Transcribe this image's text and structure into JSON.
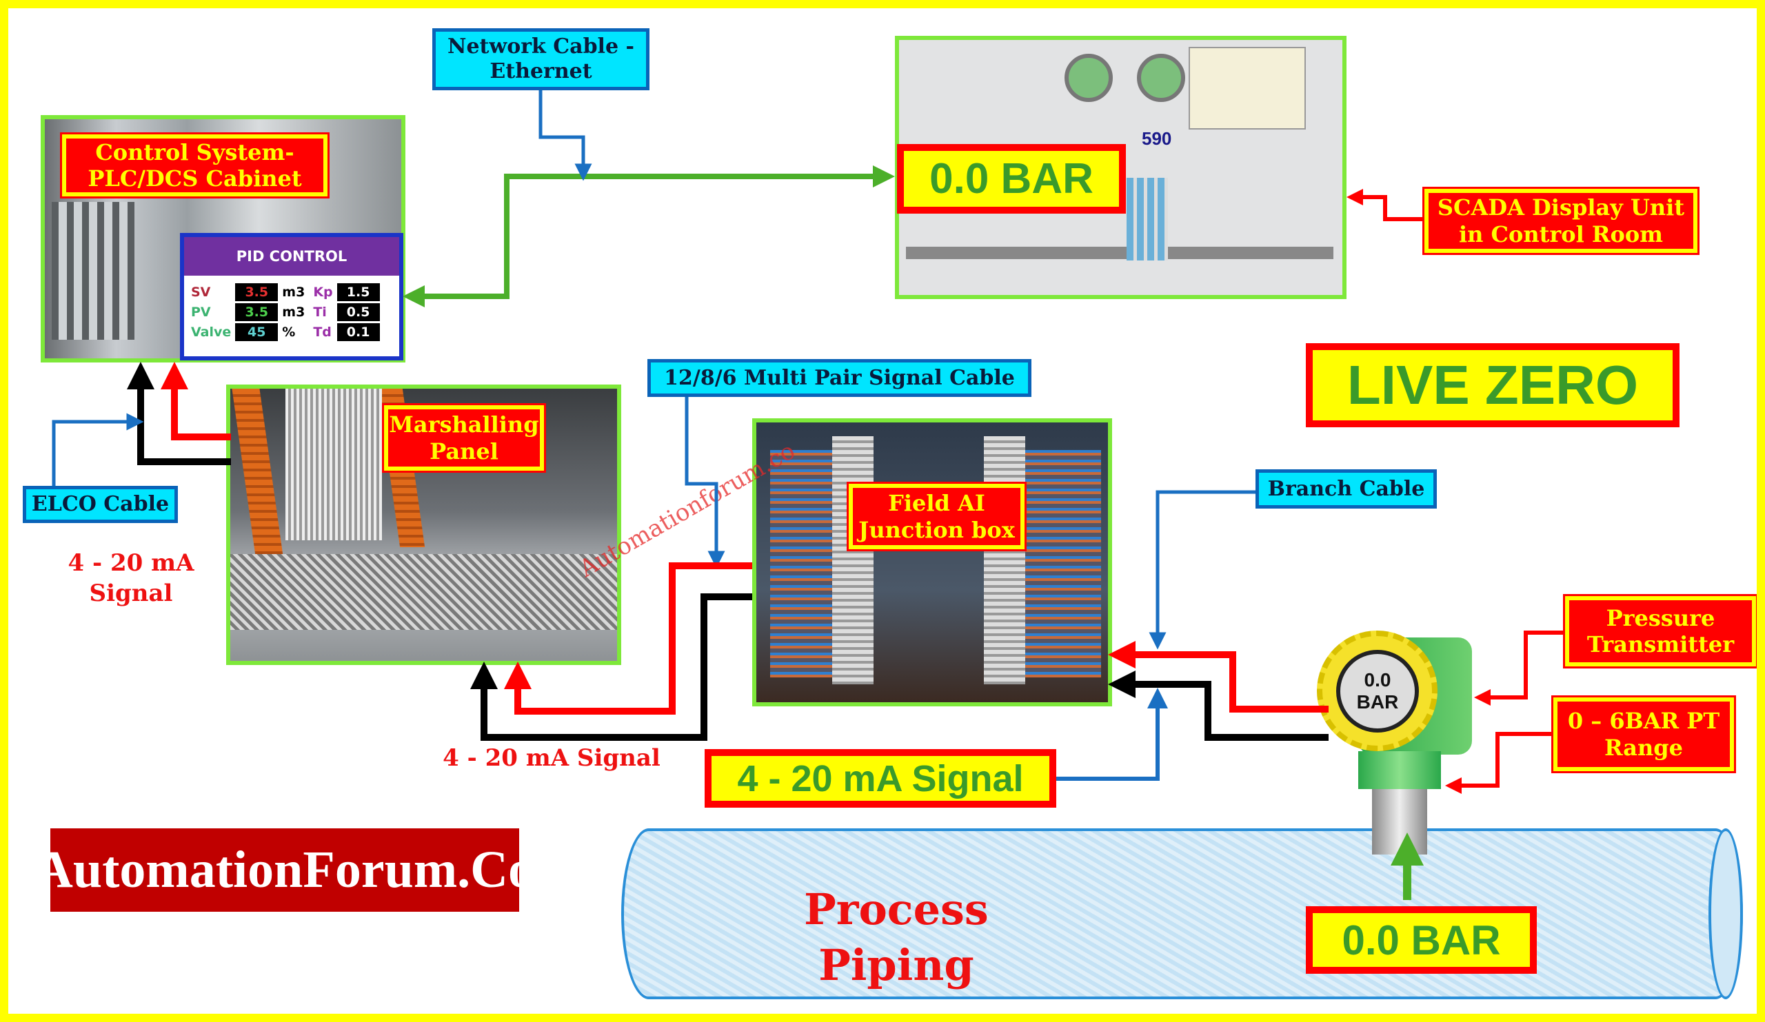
{
  "labels": {
    "network_cable": "Network Cable - Ethernet",
    "control_system": "Control System- PLC/DCS Cabinet",
    "scada_display": "SCADA Display Unit in Control Room",
    "live_zero": "LIVE ZERO",
    "multi_pair": "12/8/6 Multi Pair Signal Cable",
    "elco_cable": "ELCO Cable",
    "signal_left": "4 - 20 mA Signal",
    "marshalling": "Marshalling Panel",
    "field_jb": "Field AI Junction box",
    "branch_cable": "Branch Cable",
    "pressure_transmitter": "Pressure Transmitter",
    "pt_range": "0 – 6BAR PT Range",
    "signal_green": "4 - 20 mA Signal",
    "signal_center": "4 - 20 mA Signal",
    "process_piping": "Process Piping",
    "scada_reading": "0.0 BAR",
    "pipe_reading": "0.0 BAR",
    "transmitter_display_value": "0.0",
    "transmitter_display_unit": "BAR",
    "watermark": "Automationforum.co",
    "logo": "AutomationForum.Co",
    "scada_amps": "590"
  },
  "pid": {
    "title": "PID CONTROL",
    "rows": [
      {
        "name": "SV",
        "value": "3.5",
        "unit": "m3",
        "param": "Kp",
        "param_value": "1.5"
      },
      {
        "name": "PV",
        "value": "3.5",
        "unit": "m3",
        "param": "Ti",
        "param_value": "0.5"
      },
      {
        "name": "Valve",
        "value": "45",
        "unit": "%",
        "param": "Td",
        "param_value": "0.1"
      }
    ]
  },
  "colors": {
    "frame": "#ffff00",
    "wire_red": "#ff0000",
    "wire_black": "#000000",
    "wire_blue": "#1a6fc2",
    "wire_green": "#4caf2a"
  }
}
